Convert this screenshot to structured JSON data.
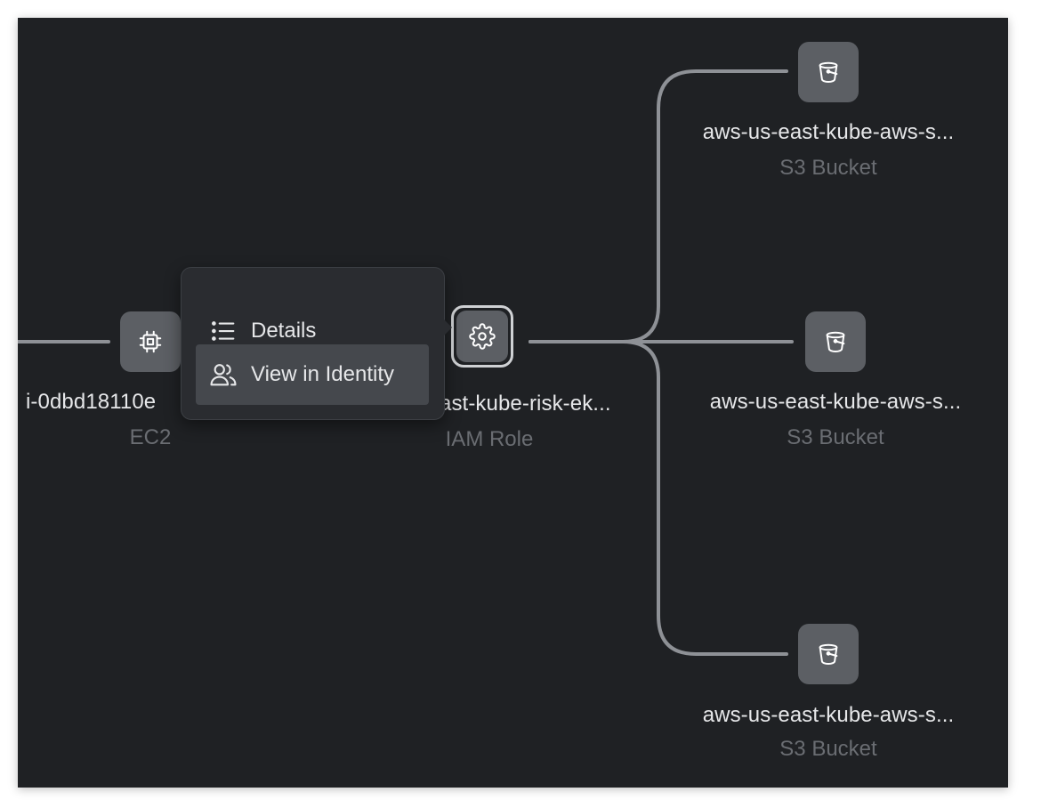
{
  "colors": {
    "canvas": "#1f2124",
    "node": "#5c5f64",
    "edge": "#8e9196",
    "selected_ring": "#cfd1d4",
    "menu": "#2a2c30",
    "menu_active": "#45484d",
    "label": "#e6e7e9",
    "sublabel": "#6a6d72"
  },
  "nodes": {
    "ec2": {
      "icon": "cpu-icon",
      "name": "i-0dbd18110e",
      "type": "EC2"
    },
    "iam_role": {
      "icon": "gear-icon",
      "name": "ast-kube-risk-ek...",
      "type": "IAM Role"
    },
    "s3_top": {
      "icon": "bucket-icon",
      "name": "aws-us-east-kube-aws-s...",
      "type": "S3 Bucket"
    },
    "s3_middle": {
      "icon": "bucket-icon",
      "name": "aws-us-east-kube-aws-s...",
      "type": "S3 Bucket"
    },
    "s3_bottom": {
      "icon": "bucket-icon",
      "name": "aws-us-east-kube-aws-s...",
      "type": "S3 Bucket"
    }
  },
  "context_menu": {
    "items": [
      {
        "icon": "list-icon",
        "label": "Details"
      },
      {
        "icon": "users-icon",
        "label": "View in Identity",
        "active": true
      }
    ]
  }
}
